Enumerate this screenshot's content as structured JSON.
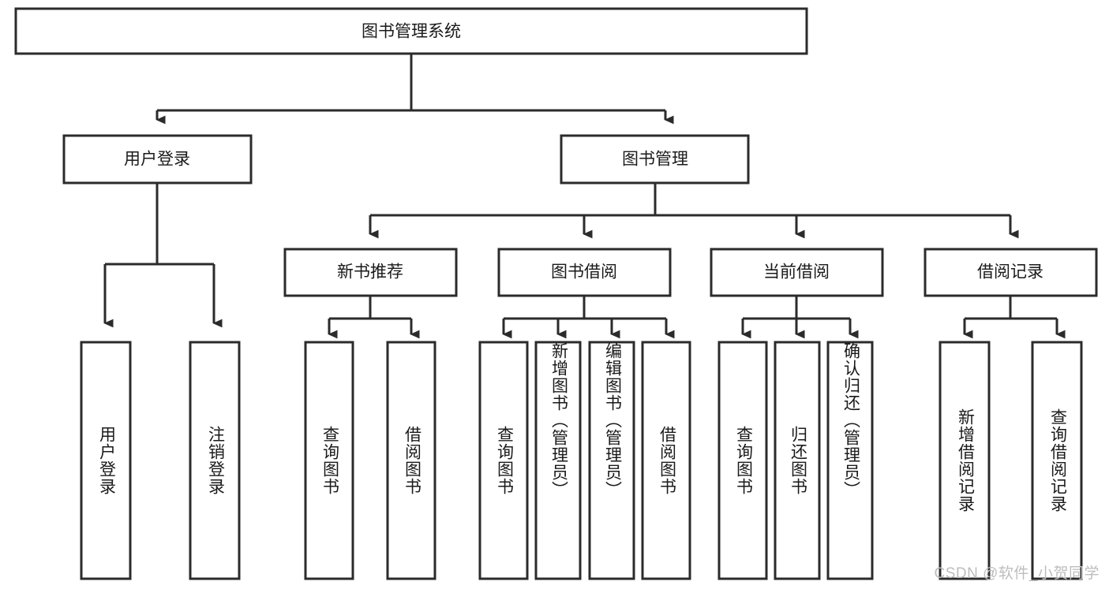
{
  "diagram": {
    "title": "图书管理系统",
    "type": "tree-hierarchy-chart",
    "orientation": "top-down",
    "colors": {
      "stroke": "#2b2b2b",
      "fill": "#ffffff",
      "text": "#1a1a1a",
      "background": "#ffffff",
      "watermark": "#bdbdbd"
    },
    "root": {
      "label": "图书管理系统"
    },
    "level2": [
      {
        "label": "用户登录"
      },
      {
        "label": "图书管理"
      }
    ],
    "level3": [
      {
        "label": "新书推荐"
      },
      {
        "label": "图书借阅"
      },
      {
        "label": "当前借阅"
      },
      {
        "label": "借阅记录"
      }
    ],
    "leaves": {
      "user_login": [
        {
          "label": "用户登录"
        },
        {
          "label": "注销登录"
        }
      ],
      "new_book_recommend": [
        {
          "label": "查询图书"
        },
        {
          "label": "借阅图书"
        }
      ],
      "book_borrow": [
        {
          "label": "查询图书"
        },
        {
          "label": "新增图书（管理员）"
        },
        {
          "label": "编辑图书（管理员）"
        },
        {
          "label": "借阅图书"
        }
      ],
      "current_borrow": [
        {
          "label": "查询图书"
        },
        {
          "label": "归还图书"
        },
        {
          "label": "确认归还（管理员）"
        }
      ],
      "borrow_record": [
        {
          "label": "新增借阅记录"
        },
        {
          "label": "查询借阅记录"
        }
      ]
    },
    "watermark": "CSDN @软件_小贺同学"
  }
}
